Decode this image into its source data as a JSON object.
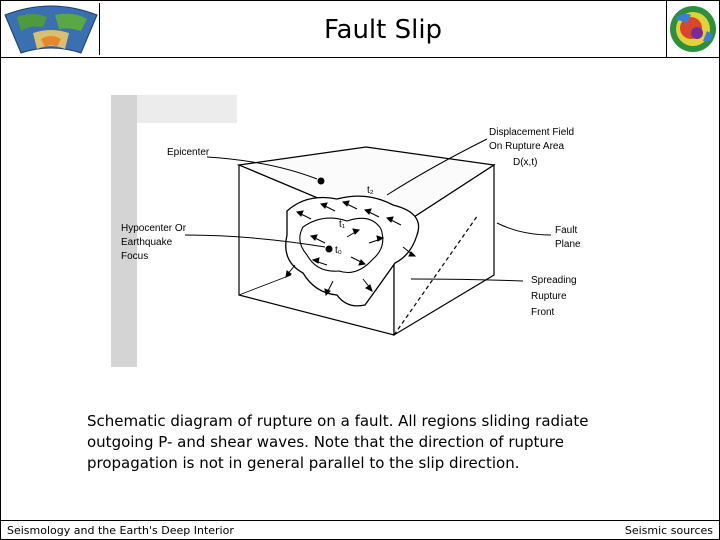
{
  "title": "Fault Slip",
  "figure": {
    "labels": {
      "displacement_field_1": "Displacement Field",
      "displacement_field_2": "On Rupture Area",
      "displacement_field_3": "D(x,t)",
      "epicenter": "Epicenter",
      "hypocenter_1": "Hypocenter Or",
      "hypocenter_2": "Earthquake",
      "hypocenter_3": "Focus",
      "fault_plane_1": "Fault",
      "fault_plane_2": "Plane",
      "rupture_front_1": "Spreading",
      "rupture_front_2": "Rupture",
      "rupture_front_3": "Front",
      "t0": "t₀",
      "t1": "t₁",
      "t2": "t₂"
    }
  },
  "caption": "Schematic diagram of rupture on a fault. All regions sliding radiate outgoing P- and shear waves. Note that the direction of rupture propagation is not in general parallel to the slip direction.",
  "footer": {
    "left": "Seismology and the Earth's Deep Interior",
    "right": "Seismic sources"
  }
}
